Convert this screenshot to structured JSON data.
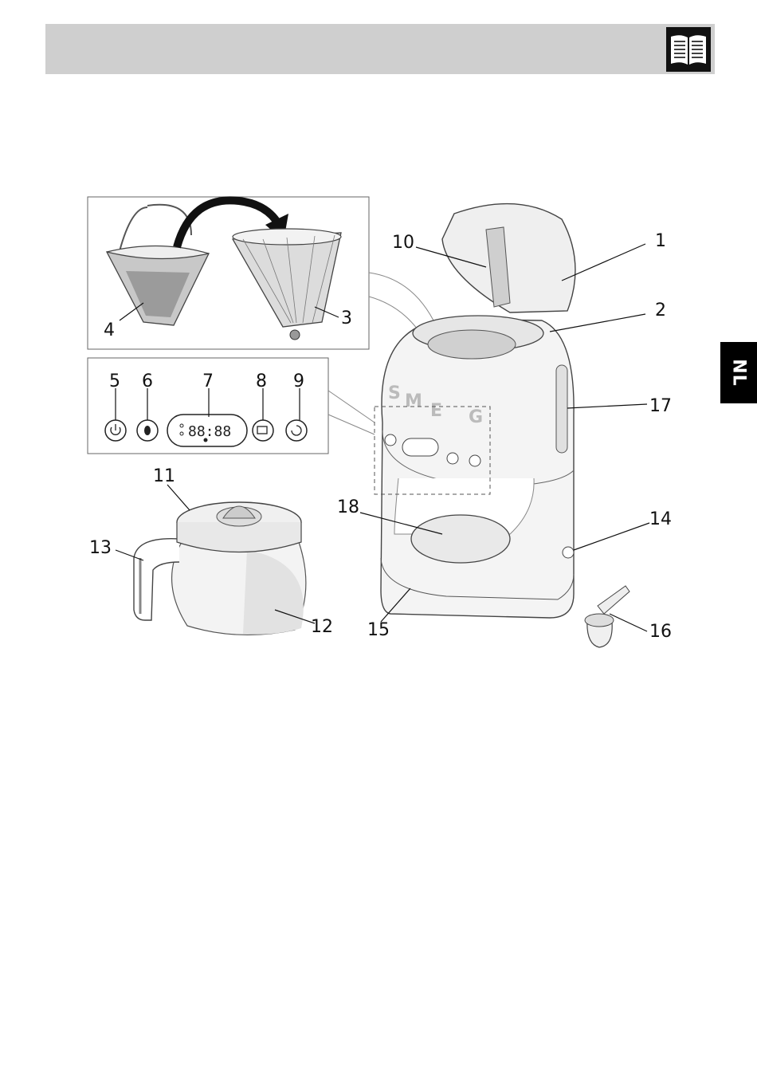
{
  "header": {
    "icon": "book-icon"
  },
  "language_tab": {
    "label": "NL"
  },
  "callouts": {
    "c1": "1",
    "c2": "2",
    "c3": "3",
    "c4": "4",
    "c5": "5",
    "c6": "6",
    "c7": "7",
    "c8": "8",
    "c9": "9",
    "c10": "10",
    "c11": "11",
    "c12": "12",
    "c13": "13",
    "c14": "14",
    "c15": "15",
    "c16": "16",
    "c17": "17",
    "c18": "18"
  },
  "brand": {
    "letters": [
      "S",
      "M",
      "E",
      "G"
    ]
  },
  "display": {
    "digits": "88:88"
  },
  "colors": {
    "header_bar": "#cfcfcf",
    "tab": "#000000",
    "line": "#111111"
  }
}
